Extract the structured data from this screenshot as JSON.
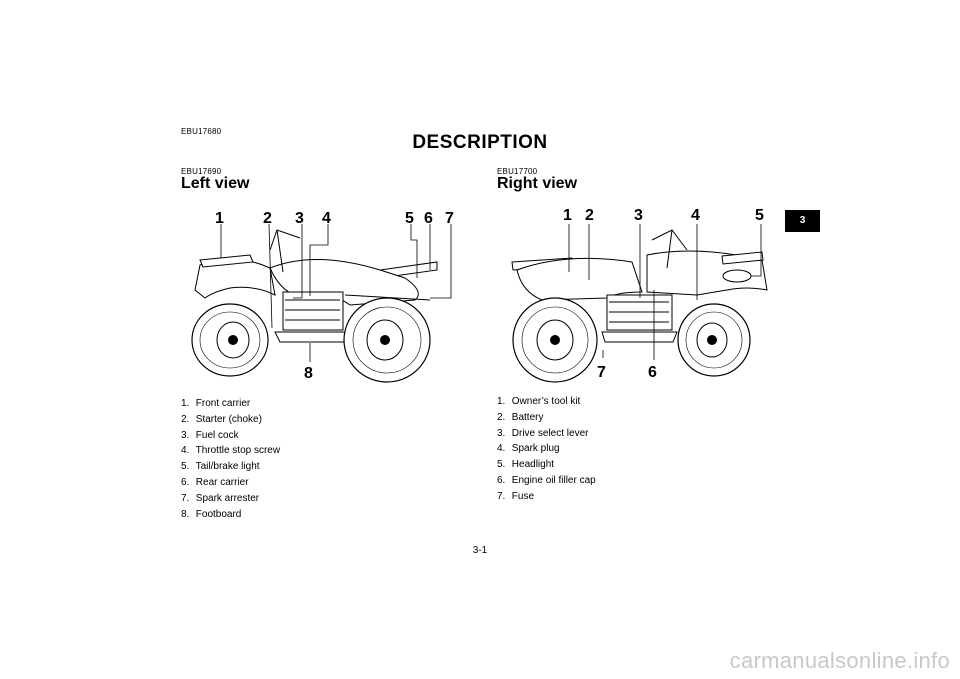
{
  "document": {
    "section_code": "EBU17680",
    "title": "DESCRIPTION",
    "chapter_tab": "3",
    "page_number": "3-1"
  },
  "left_view": {
    "code": "EBU17690",
    "heading": "Left view",
    "callouts": [
      "1",
      "2",
      "3",
      "4",
      "5",
      "6",
      "7",
      "8"
    ],
    "items": [
      {
        "num": "1.",
        "label": "Front carrier"
      },
      {
        "num": "2.",
        "label": "Starter (choke)"
      },
      {
        "num": "3.",
        "label": "Fuel cock"
      },
      {
        "num": "4.",
        "label": "Throttle stop screw"
      },
      {
        "num": "5.",
        "label": "Tail/brake light"
      },
      {
        "num": "6.",
        "label": "Rear carrier"
      },
      {
        "num": "7.",
        "label": "Spark arrester"
      },
      {
        "num": "8.",
        "label": "Footboard"
      }
    ]
  },
  "right_view": {
    "code": "EBU17700",
    "heading": "Right view",
    "callouts": [
      "1",
      "2",
      "3",
      "4",
      "5",
      "7",
      "6"
    ],
    "items": [
      {
        "num": "1.",
        "label": "Owner’s tool kit"
      },
      {
        "num": "2.",
        "label": "Battery"
      },
      {
        "num": "3.",
        "label": "Drive select lever"
      },
      {
        "num": "4.",
        "label": "Spark plug"
      },
      {
        "num": "5.",
        "label": "Headlight"
      },
      {
        "num": "6.",
        "label": "Engine oil filler cap"
      },
      {
        "num": "7.",
        "label": "Fuse"
      }
    ]
  },
  "watermark": "carmanualsonline.info"
}
